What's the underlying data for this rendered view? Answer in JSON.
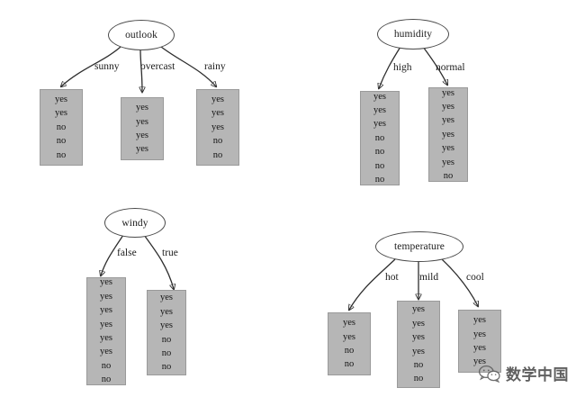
{
  "figure": {
    "background_color": "#ffffff",
    "node_fill": "#ffffff",
    "node_stroke": "#4a4a4a",
    "leaf_fill": "#b6b6b6",
    "leaf_stroke": "#9a9a9a",
    "edge_color": "#2e2e2e"
  },
  "trees": [
    {
      "id": "outlook",
      "root_label": "outlook",
      "branches": [
        {
          "edge_label": "sunny",
          "values": [
            "yes",
            "yes",
            "no",
            "no",
            "no"
          ]
        },
        {
          "edge_label": "overcast",
          "values": [
            "yes",
            "yes",
            "yes",
            "yes"
          ]
        },
        {
          "edge_label": "rainy",
          "values": [
            "yes",
            "yes",
            "yes",
            "no",
            "no"
          ]
        }
      ]
    },
    {
      "id": "humidity",
      "root_label": "humidity",
      "branches": [
        {
          "edge_label": "high",
          "values": [
            "yes",
            "yes",
            "yes",
            "no",
            "no",
            "no",
            "no"
          ]
        },
        {
          "edge_label": "normal",
          "values": [
            "yes",
            "yes",
            "yes",
            "yes",
            "yes",
            "yes",
            "no"
          ]
        }
      ]
    },
    {
      "id": "windy",
      "root_label": "windy",
      "branches": [
        {
          "edge_label": "false",
          "values": [
            "yes",
            "yes",
            "yes",
            "yes",
            "yes",
            "yes",
            "no",
            "no"
          ]
        },
        {
          "edge_label": "true",
          "values": [
            "yes",
            "yes",
            "yes",
            "no",
            "no",
            "no"
          ]
        }
      ]
    },
    {
      "id": "temperature",
      "root_label": "temperature",
      "branches": [
        {
          "edge_label": "hot",
          "values": [
            "yes",
            "yes",
            "no",
            "no"
          ]
        },
        {
          "edge_label": "mild",
          "values": [
            "yes",
            "yes",
            "yes",
            "yes",
            "no",
            "no"
          ]
        },
        {
          "edge_label": "cool",
          "values": [
            "yes",
            "yes",
            "yes",
            "yes"
          ]
        }
      ]
    }
  ],
  "watermark": {
    "icon": "wechat-icon",
    "text": "数学中国"
  }
}
